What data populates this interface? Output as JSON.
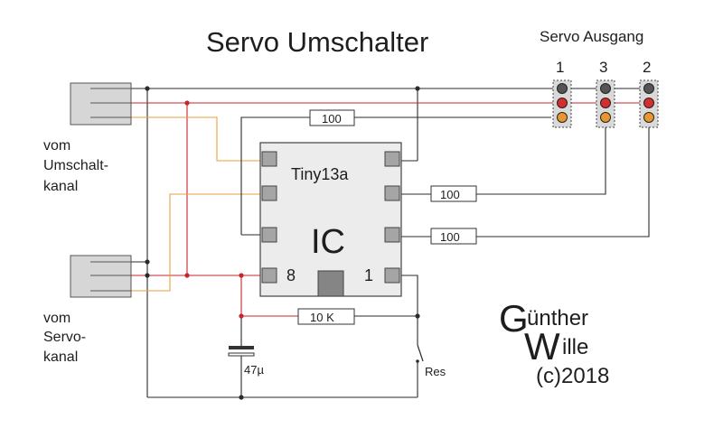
{
  "title": "Servo Umschalter",
  "servo_output": {
    "heading": "Servo Ausgang",
    "numbers": [
      "1",
      "3",
      "2"
    ]
  },
  "inputs": {
    "switch_channel": [
      "vom",
      "Umschalt-",
      "kanal"
    ],
    "servo_channel": [
      "vom",
      "Servo-",
      "kanal"
    ]
  },
  "ic": {
    "name": "Tiny13a",
    "label": "IC",
    "pin8": "8",
    "pin1": "1"
  },
  "resistors": {
    "r_top": "100",
    "r_mid": "100",
    "r_low": "100",
    "r_reset": "10 K"
  },
  "capacitor": "47µ",
  "reset_switch": "Res",
  "signature": {
    "g_letter": "G",
    "g_rest": "ünther",
    "w_letter": "W",
    "w_rest": "ille",
    "copyright": "(c)2018"
  },
  "colors": {
    "wire_black": "#2b2b2b",
    "wire_red": "#c8242b",
    "wire_orange": "#e6a23c",
    "ic_body": "#ececec",
    "pin": "#a5a5a5"
  }
}
